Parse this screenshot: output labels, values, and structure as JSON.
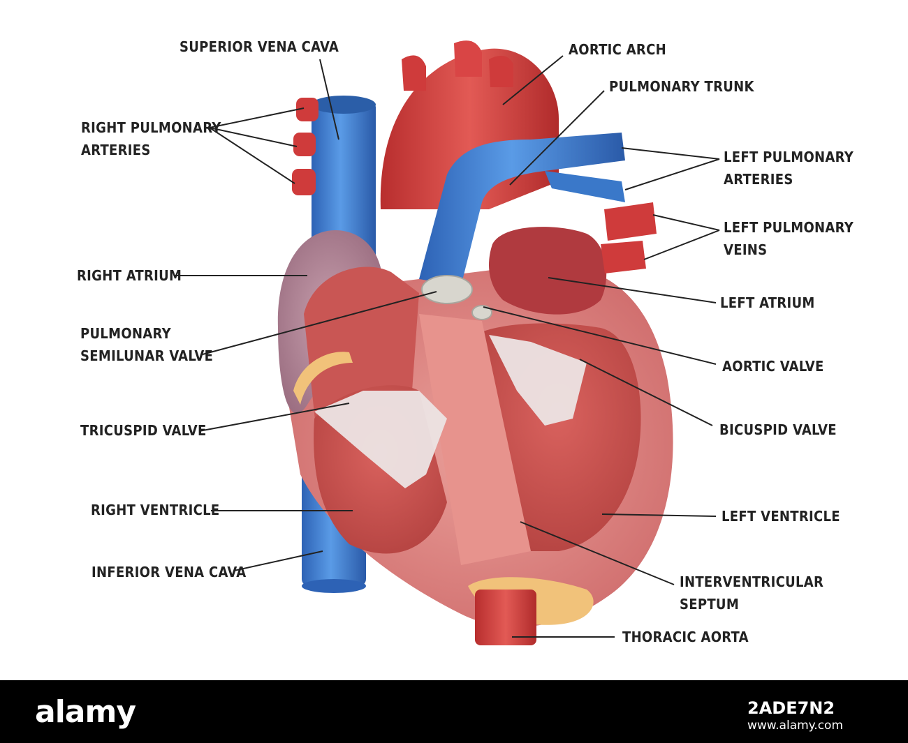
{
  "labels": {
    "superior_vena_cava": "SUPERIOR VENA CAVA",
    "aortic_arch": "AORTIC ARCH",
    "pulmonary_trunk": "PULMONARY TRUNK",
    "right_pulmonary_arteries": [
      "RIGHT PULMONARY",
      "ARTERIES"
    ],
    "left_pulmonary_arteries": [
      "LEFT PULMONARY",
      "ARTERIES"
    ],
    "left_pulmonary_veins": [
      "LEFT PULMONARY",
      "VEINS"
    ],
    "right_atrium": "RIGHT ATRIUM",
    "left_atrium": "LEFT ATRIUM",
    "pulmonary_semilunar_valve": [
      "PULMONARY",
      "SEMILUNAR VALVE"
    ],
    "aortic_valve": "AORTIC VALVE",
    "tricuspid_valve": "TRICUSPID VALVE",
    "bicuspid_valve": "BICUSPID VALVE",
    "right_ventricle": "RIGHT VENTRICLE",
    "left_ventricle": "LEFT VENTRICLE",
    "inferior_vena_cava": "INFERIOR VENA CAVA",
    "interventricular_septum": [
      "INTERVENTRICULAR",
      "SEPTUM"
    ],
    "thoracic_aorta": "THORACIC AORTA"
  },
  "footer": {
    "brand": "alamy",
    "image_id": "2ADE7N2",
    "site": "www.alamy.com"
  },
  "colors": {
    "vein_blue": "#3a78c9",
    "artery_red": "#cf3b3b",
    "muscle_pink": "#e58a86",
    "atrium_purple": "#b98a9a",
    "fat_yellow": "#f1c27a",
    "label_text": "#222222",
    "leader_line": "#222222",
    "footer_bg": "#000000"
  }
}
